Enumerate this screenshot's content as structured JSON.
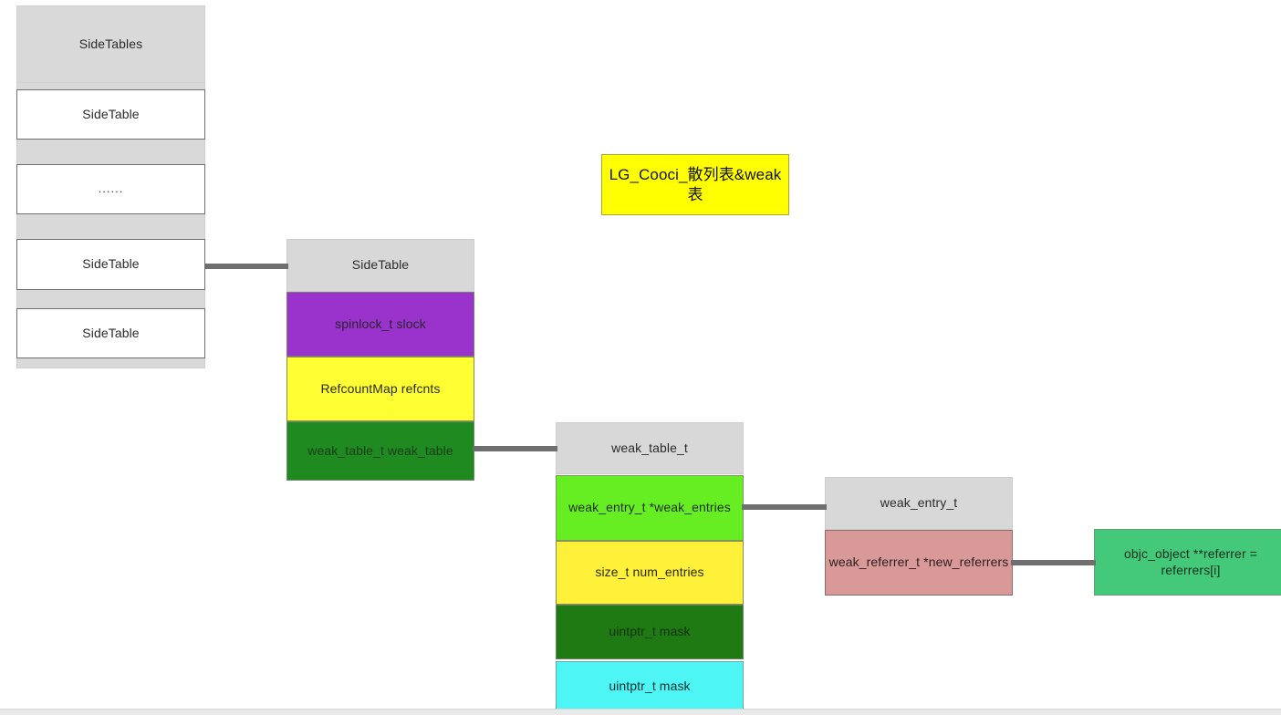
{
  "diagram": {
    "title_banner": {
      "text": "LG_Cooci_散列表&weak表",
      "color": "#ffff00"
    },
    "sidetables_group": {
      "header": "SideTables",
      "cells": [
        {
          "label": "SideTable"
        },
        {
          "label": "......"
        },
        {
          "label": "SideTable"
        },
        {
          "label": "SideTable"
        }
      ]
    },
    "sidetable_struct": {
      "header": "SideTable",
      "fields": [
        {
          "label": "spinlock_t slock",
          "color": "#9933cc"
        },
        {
          "label": "RefcountMap refcnts",
          "color": "#ffff33"
        },
        {
          "label": "weak_table_t weak_table",
          "color": "#1f8a1f"
        }
      ]
    },
    "weak_table_struct": {
      "header": "weak_table_t",
      "fields": [
        {
          "label": "weak_entry_t *weak_entries",
          "color": "#66ee22"
        },
        {
          "label": "size_t    num_entries",
          "color": "#fff03a"
        },
        {
          "label": "uintptr_t mask",
          "color": "#1f7a14"
        },
        {
          "label": "uintptr_t mask",
          "color": "#4df5f5"
        }
      ]
    },
    "weak_entry_struct": {
      "header": "weak_entry_t",
      "fields": [
        {
          "label": "weak_referrer_t *new_referrers",
          "color": "#d99999"
        }
      ]
    },
    "referrer_box": {
      "label": "objc_object **referrer = referrers[i]",
      "color": "#44c87a"
    },
    "connectors": [
      {
        "name": "sidetables-to-sidetable"
      },
      {
        "name": "sidetable-to-weak-table"
      },
      {
        "name": "weak-table-to-weak-entry"
      },
      {
        "name": "weak-entry-to-referrer"
      }
    ]
  }
}
